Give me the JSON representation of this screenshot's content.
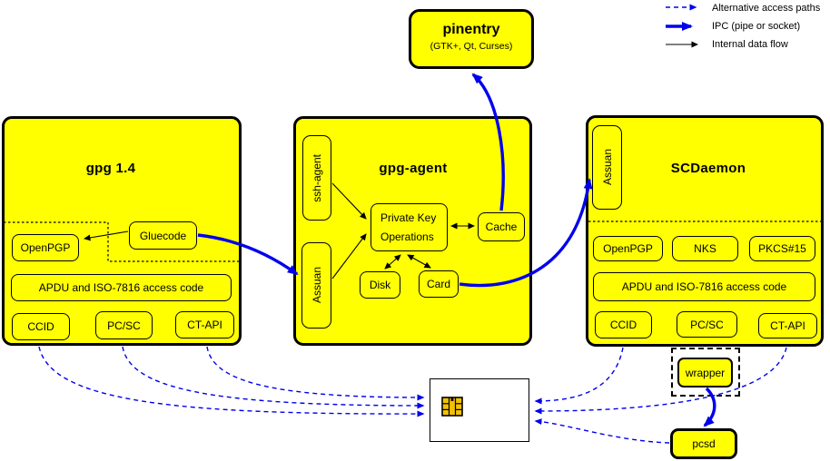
{
  "legend": {
    "items": [
      {
        "label": "Alternative access paths",
        "style": "dashed-blue-arrow"
      },
      {
        "label": "IPC (pipe or socket)",
        "style": "thick-blue-arrow"
      },
      {
        "label": "Internal data flow",
        "style": "thin-black-arrow"
      }
    ]
  },
  "pinentry": {
    "title": "pinentry",
    "subtitle": "(GTK+, Qt, Curses)"
  },
  "gpg14": {
    "title": "gpg 1.4",
    "openpgp": "OpenPGP",
    "gluecode": "Gluecode",
    "apdu": "APDU and ISO-7816 access code",
    "ccid": "CCID",
    "pcsc": "PC/SC",
    "ctapi": "CT-API"
  },
  "gpg_agent": {
    "title": "gpg-agent",
    "ssh_agent": "ssh-agent",
    "assuan": "Assuan",
    "pko_line1": "Private Key",
    "pko_line2": "Operations",
    "cache": "Cache",
    "disk": "Disk",
    "card": "Card"
  },
  "scdaemon": {
    "title": "SCDaemon",
    "assuan": "Assuan",
    "openpgp": "OpenPGP",
    "nks": "NKS",
    "pkcs15": "PKCS#15",
    "apdu": "APDU and ISO-7816 access code",
    "ccid": "CCID",
    "pcsc": "PC/SC",
    "ctapi": "CT-API"
  },
  "wrapper": {
    "label": "wrapper"
  },
  "pcsd": {
    "label": "pcsd"
  },
  "icons": {
    "chip": "smartcard-chip-icon"
  },
  "colors": {
    "node_fill": "#ffff00",
    "ipc_blue": "#0000ee",
    "chip_gold": "#f2c200",
    "border": "#000000",
    "background": "#ffffff"
  }
}
